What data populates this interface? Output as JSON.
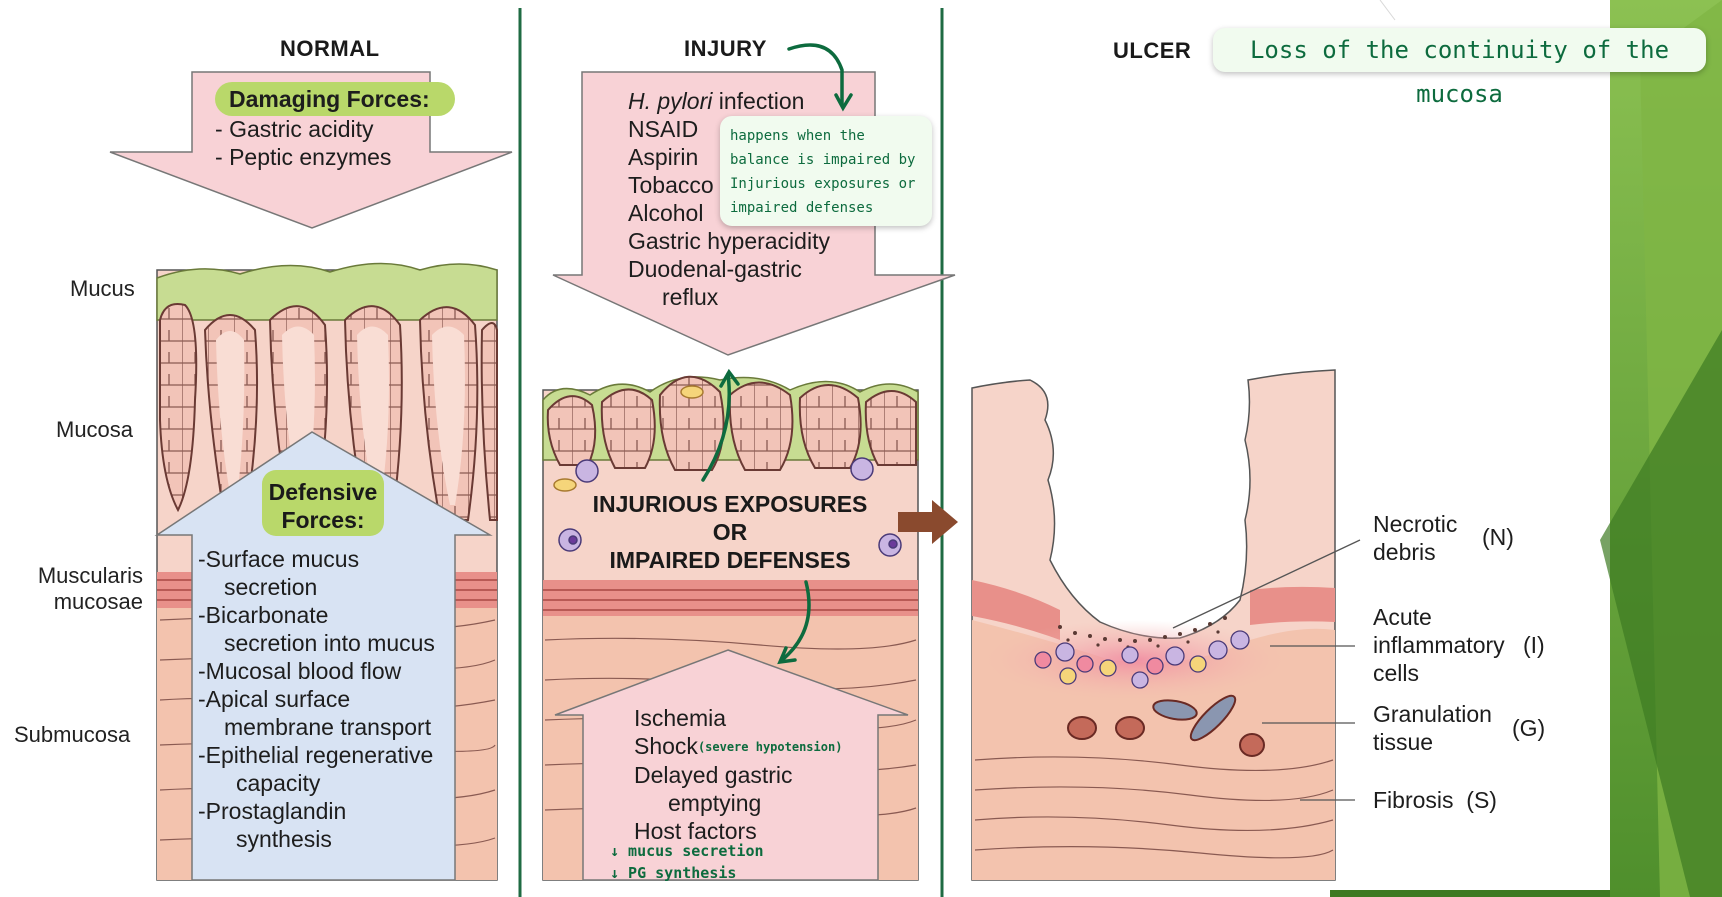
{
  "titles": {
    "normal": "NORMAL",
    "injury": "INJURY",
    "ulcer": "ULCER"
  },
  "ulcer_note": "Loss of the continuity of the mucosa",
  "layers": {
    "mucus": "Mucus",
    "mucosa": "Mucosa",
    "muscularis_1": "Muscularis",
    "muscularis_2": "mucosae",
    "submucosa": "Submucosa"
  },
  "damaging": {
    "heading": "Damaging Forces:",
    "items": [
      "Gastric acidity",
      "Peptic enzymes"
    ]
  },
  "defensive": {
    "heading_1": "Defensive",
    "heading_2": "Forces:",
    "lines": [
      "Surface mucus",
      "secretion",
      "Bicarbonate",
      "secretion into mucus",
      "Mucosal blood flow",
      "Apical surface",
      "membrane transport",
      "Epithelial regenerative",
      "capacity",
      "Prostaglandin",
      "synthesis"
    ]
  },
  "injury_causes": {
    "first_italic": "H. pylori",
    "first_rest": " infection",
    "items": [
      "NSAID",
      "Aspirin",
      "Tobacco",
      "Alcohol",
      "Gastric hyperacidity",
      "Duodenal-gastric",
      "reflux"
    ]
  },
  "injury_note": "happens when the balance is impaired by Injurious exposures or impaired defenses",
  "injury_center": {
    "line1": "INJURIOUS EXPOSURES",
    "line2": "OR",
    "line3": "IMPAIRED DEFENSES"
  },
  "impaired_defenses": {
    "items": [
      "Ischemia",
      "Shock",
      "Delayed gastric",
      "emptying",
      "Host factors"
    ],
    "shock_note": "(severe hypotension)",
    "hand_1": "↓ mucus secretion",
    "hand_2": "↓ PG synthesis"
  },
  "ulcer_labels": {
    "necrotic_1": "Necrotic",
    "necrotic_2": "debris",
    "necrotic_code": "(N)",
    "acute_1": "Acute",
    "acute_2": "inflammatory",
    "acute_3": "cells",
    "acute_code": "(I)",
    "gran_1": "Granulation",
    "gran_2": "tissue",
    "gran_code": "(G)",
    "fibrosis": "Fibrosis  (S)"
  },
  "colors": {
    "accent_green": "#0d6b3e",
    "divider": "#1f6b43",
    "slide_green": "#6aa838"
  }
}
